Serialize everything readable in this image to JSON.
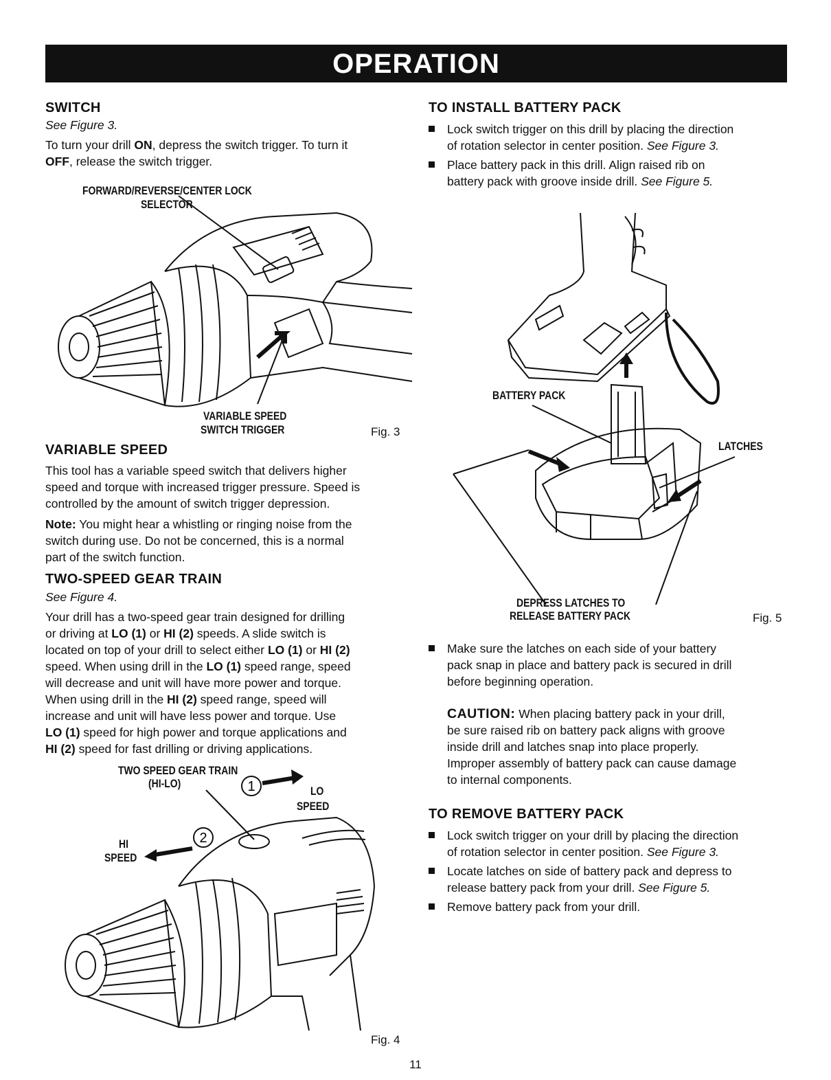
{
  "banner": {
    "title": "OPERATION"
  },
  "switch": {
    "heading": "SWITCH",
    "see": "See Figure 3.",
    "body": [
      {
        "parts": [
          [
            "To turn your drill ",
            ""
          ],
          [
            "ON",
            "b"
          ],
          [
            ", depress the switch trigger. To turn it",
            ""
          ]
        ]
      },
      {
        "parts": [
          [
            "OFF",
            "b"
          ],
          [
            ", release the switch trigger.",
            ""
          ]
        ]
      }
    ]
  },
  "fig3": {
    "caption_selector_1": "FORWARD/REVERSE/CENTER LOCK",
    "caption_selector_2": "SELECTOR",
    "caption_trigger_1": "VARIABLE SPEED",
    "caption_trigger_2": "SWITCH TRIGGER",
    "label": "Fig. 3"
  },
  "variable_speed": {
    "heading": "VARIABLE SPEED",
    "lines": [
      "This tool has a variable speed switch that delivers higher",
      "speed and torque with increased trigger pressure. Speed is",
      "controlled by the amount of switch trigger depression."
    ],
    "note_label": "Note:",
    "note_lines": [
      " You might hear a whistling or ringing noise from the",
      "switch during use. Do not be concerned, this is a normal",
      "part of the switch function."
    ]
  },
  "gear_train": {
    "heading": "TWO-SPEED GEAR TRAIN",
    "see": "See Figure 4.",
    "lines": [
      [
        [
          "Your drill has a two-speed gear train designed for drilling",
          ""
        ]
      ],
      [
        [
          "or driving at ",
          ""
        ],
        [
          "LO (1)",
          "b"
        ],
        [
          " or ",
          ""
        ],
        [
          "HI (2)",
          "b"
        ],
        [
          " speeds. A slide switch is",
          ""
        ]
      ],
      [
        [
          "located on top of your drill to select either ",
          ""
        ],
        [
          "LO (1)",
          "b"
        ],
        [
          " or ",
          ""
        ],
        [
          "HI (2)",
          "b"
        ]
      ],
      [
        [
          "speed. When using drill in the ",
          ""
        ],
        [
          "LO (1)",
          "b"
        ],
        [
          " speed range, speed",
          ""
        ]
      ],
      [
        [
          "will decrease and unit will have more power and torque.",
          ""
        ]
      ],
      [
        [
          "When using drill in the ",
          ""
        ],
        [
          "HI (2)",
          "b"
        ],
        [
          " speed range, speed will",
          ""
        ]
      ],
      [
        [
          "increase and unit will have less power and torque. Use",
          ""
        ]
      ],
      [
        [
          "LO (1)",
          "b"
        ],
        [
          " speed for high power and torque applications and",
          ""
        ]
      ],
      [
        [
          "HI (2)",
          "b"
        ],
        [
          " speed for fast drilling or driving applications.",
          ""
        ]
      ]
    ]
  },
  "fig4": {
    "caption_1": "TWO SPEED GEAR TRAIN",
    "caption_2": "(HI-LO)",
    "lo_1": "LO",
    "lo_2": "SPEED",
    "hi_1": "HI",
    "hi_2": "SPEED",
    "mark_1": "1",
    "mark_2": "2",
    "label": "Fig. 4"
  },
  "install": {
    "heading": "TO INSTALL BATTERY PACK",
    "bullets": [
      {
        "lines": [
          [
            [
              "Lock switch trigger on this drill by placing the direction",
              ""
            ]
          ],
          [
            [
              "of rotation selector in center position. ",
              ""
            ],
            [
              "See Figure 3.",
              "it"
            ]
          ]
        ]
      },
      {
        "lines": [
          [
            [
              "Place battery pack in this drill. Align raised rib on",
              ""
            ]
          ],
          [
            [
              "battery pack with groove inside drill. ",
              ""
            ],
            [
              "See Figure 5.",
              "it"
            ]
          ]
        ]
      }
    ]
  },
  "fig5": {
    "battery_pack": "BATTERY PACK",
    "latches": "LATCHES",
    "depress_1": "DEPRESS LATCHES TO",
    "depress_2": "RELEASE BATTERY PACK",
    "label": "Fig. 5"
  },
  "after_fig5": {
    "bullet_lines": [
      "Make sure the latches on each side of your battery",
      "pack snap in place and battery pack is secured in drill",
      "before beginning operation."
    ],
    "caution_label": "CAUTION:",
    "caution_lines": [
      " When placing battery pack in your drill,",
      "be sure raised rib on battery pack aligns with groove",
      "inside drill and latches snap into place properly.",
      "Improper assembly of battery pack can cause damage",
      "to internal components."
    ]
  },
  "remove": {
    "heading": "TO REMOVE BATTERY PACK",
    "bullets": [
      {
        "lines": [
          [
            [
              "Lock switch trigger on your drill by placing the direction",
              ""
            ]
          ],
          [
            [
              "of rotation selector in center position. ",
              ""
            ],
            [
              "See Figure 3.",
              "it"
            ]
          ]
        ]
      },
      {
        "lines": [
          [
            [
              "Locate latches on side of battery pack and depress to",
              ""
            ]
          ],
          [
            [
              "release battery pack from your drill. ",
              ""
            ],
            [
              "See Figure 5.",
              "it"
            ]
          ]
        ]
      },
      {
        "lines": [
          [
            [
              "Remove battery pack from your drill.",
              ""
            ]
          ]
        ]
      }
    ]
  },
  "page_number": "11"
}
